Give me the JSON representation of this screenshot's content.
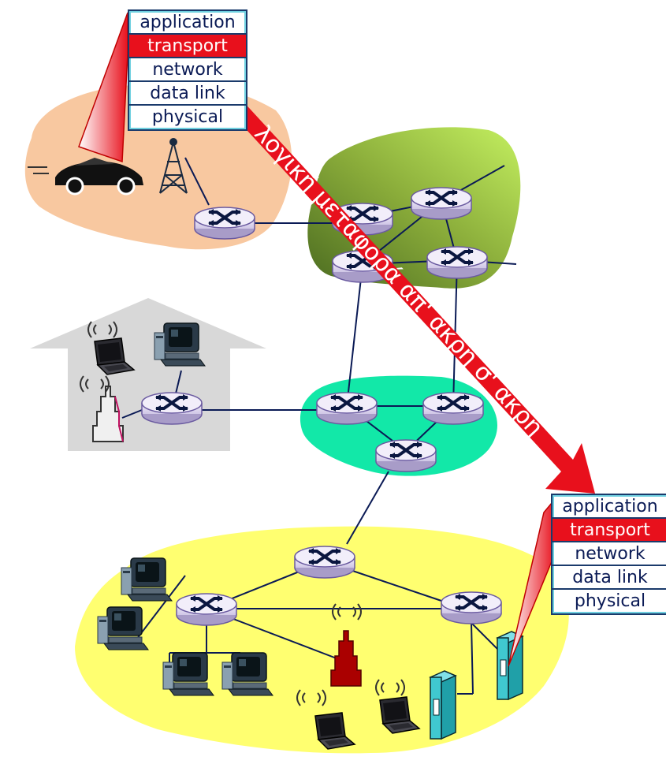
{
  "stacks": {
    "top": [
      "application",
      "transport",
      "network",
      "data link",
      "physical"
    ],
    "bottom": [
      "application",
      "transport",
      "network",
      "data link",
      "physical"
    ],
    "highlight_index": 1
  },
  "banner": {
    "text": "λογική μεταφορά απ' άκρη σ' άκρη",
    "color": "#e8101c"
  },
  "colors": {
    "mobile_network": "#f8c8a0",
    "isp_network": "#7a9a30",
    "home_network": "#d8d8d8",
    "regional_network": "#12e8a8",
    "institutional_network": "#ffff70",
    "router": "#e0d8f0",
    "server": "#40c8d0",
    "base_station": "#aa0000"
  },
  "icons": [
    "router-icon",
    "laptop-icon",
    "desktop-computer-icon",
    "server-icon",
    "car-icon",
    "cell-tower-icon",
    "base-station-icon"
  ]
}
